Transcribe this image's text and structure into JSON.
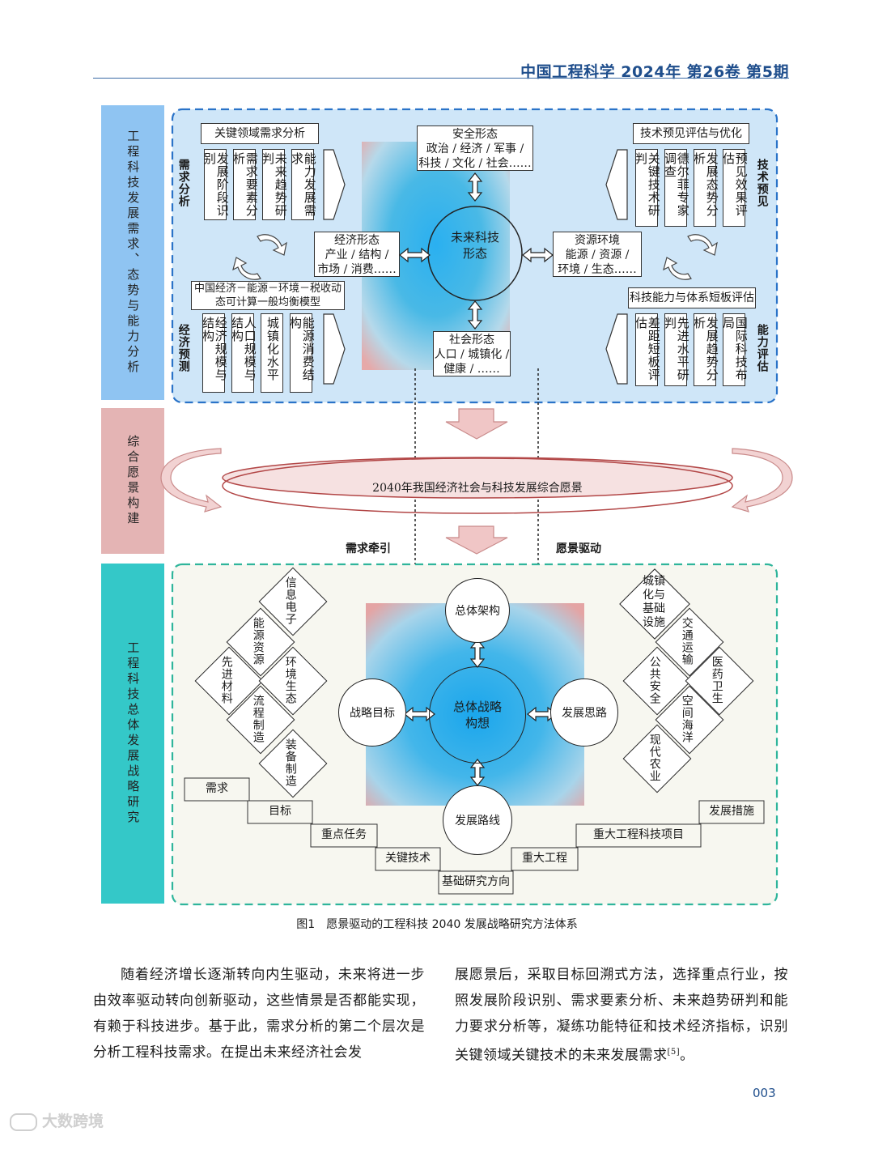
{
  "header": {
    "journal": "中国工程科学 2024年 第26卷 第5期"
  },
  "bands": {
    "top": "工程科技发展需求、态势与能力分析",
    "middle": "综合愿景构建",
    "bottom": "工程科技总体发展战略研究"
  },
  "top": {
    "demand_title": "关键领域需求分析",
    "demand_side": "需求分析",
    "demand_items": [
      "发展阶段识别",
      "需求要素分析",
      "未来趋势研判",
      "能力发展需求"
    ],
    "model_title": "中国经济－能源－环境－税收动态可计算一般均衡模型",
    "econ_side": "经济预测",
    "econ_items": [
      "经济规模与结构",
      "人口规模与结构",
      "城镇化水平",
      "能源消费结构"
    ],
    "tech_title": "技术预见评估与优化",
    "tech_side": "技术预见",
    "tech_items": [
      "关键技术研判",
      "德尔菲专家调查",
      "发展态势分析",
      "预见效果评估"
    ],
    "cap_title": "科技能力与体系短板评估",
    "cap_side": "能力评估",
    "cap_items": [
      "差距短板评估",
      "先进水平研判",
      "发展趋势分析",
      "国际科技布局"
    ],
    "center": "未来科技形态",
    "security": [
      "安全形态",
      "政治 / 经济 / 军事 /",
      "科技 / 文化 / 社会……"
    ],
    "economy": [
      "经济形态",
      "产业 / 结构 /",
      "市场 / 消费……"
    ],
    "resource": [
      "资源环境",
      "能源 / 资源 /",
      "环境 / 生态……"
    ],
    "society": [
      "社会形态",
      "人口 / 城镇化 /",
      "健康 / ……"
    ]
  },
  "middle": {
    "vision": "2040年我国经济社会与科技发展综合愿景",
    "left_label": "需求牵引",
    "right_label": "愿景驱动"
  },
  "bottom": {
    "center": "总体战略构想",
    "top_circle": "总体架构",
    "left_circle": "战略目标",
    "right_circle": "发展思路",
    "bottom_circle": "发展路线",
    "left_diamonds": [
      "信息电子",
      "能源资源",
      "先进材料",
      "环境生态",
      "流程制造",
      "装备制造"
    ],
    "right_diamonds": [
      "城镇化与基础设施",
      "交通运输",
      "公共安全",
      "医药卫生",
      "空间海洋",
      "现代农业"
    ],
    "steps_left": [
      "需求",
      "目标",
      "重点任务",
      "关键技术"
    ],
    "steps_base": "基础研究方向",
    "steps_right": [
      "重大工程",
      "重大工程科技项目",
      "发展措施"
    ]
  },
  "caption": "图1　愿景驱动的工程科技 2040 发展战略研究方法体系",
  "body": {
    "left": "随着经济增长逐渐转向内生驱动，未来将进一步由效率驱动转向创新驱动，这些情景是否都能实现，有赖于科技进步。基于此，需求分析的第二个层次是分析工程科技需求。在提出未来经济社会发",
    "right": "展愿景后，采取目标回溯式方法，选择重点行业，按照发展阶段识别、需求要素分析、未来趋势研判和能力要求分析等，凝练功能特征和技术经济指标，识别关键领域关键技术的未来发展需求",
    "ref": "[5]",
    "right_end": "。"
  },
  "page_number": "003",
  "watermark": "大数跨境"
}
